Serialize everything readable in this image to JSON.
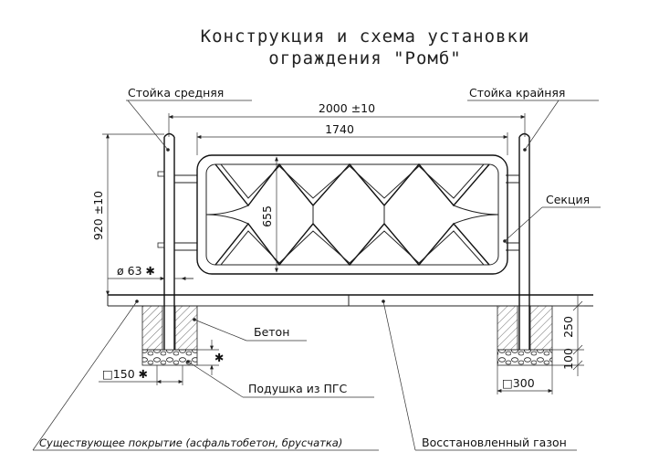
{
  "title": {
    "line1": "Конструкция и схема установки",
    "line2": "ограждения \"Ромб\""
  },
  "labels": {
    "post_middle": "Стойка средняя",
    "post_end": "Стойка крайняя",
    "section": "Секция",
    "concrete": "Бетон",
    "cushion": "Подушка из ПГС",
    "existing_surface": "Существующее покрытие (асфальтобетон, брусчатка)",
    "restored_lawn": "Восстановленный газон"
  },
  "dimensions": {
    "span": "2000 ±10",
    "section_width": "1740",
    "section_height": "655",
    "post_height": "920 ±10",
    "pipe_diameter": "ø 63 ✱",
    "post_150": "□150 ✱",
    "post_300": "□300",
    "depth_250": "250",
    "depth_100": "100",
    "star": "✱"
  }
}
